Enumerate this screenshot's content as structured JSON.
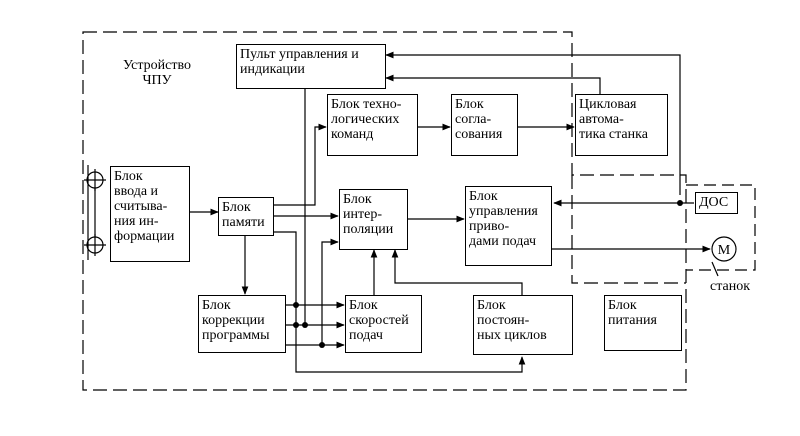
{
  "labels": {
    "cnc_device": "Устройство\nЧПУ",
    "machine": "станок"
  },
  "blocks": {
    "control_panel": "Пульт управления и\nиндикации",
    "input_reading": "Блок\nввода и\nсчитыва-\nния ин-\nформации",
    "memory": "Блок\nпамяти",
    "tech_commands": "Блок техно-\nлогических\nкоманд",
    "coordination": "Блок\nсогла-\nсования",
    "cycle_automatics": "Цикловая\nавтома-\nтика станка",
    "interpolation": "Блок\nинтер-\nполяции",
    "feed_drive_control": "Блок\nуправления\nприво-\nдами подач",
    "dos": "ДОС",
    "program_correction": "Блок\nкоррекции\nпрограммы",
    "feed_rates": "Блок\nскоростей\nподач",
    "fixed_cycles": "Блок\nпостоян-\nных циклов",
    "power_supply": "Блок\nпитания"
  },
  "motor_symbol": "М"
}
